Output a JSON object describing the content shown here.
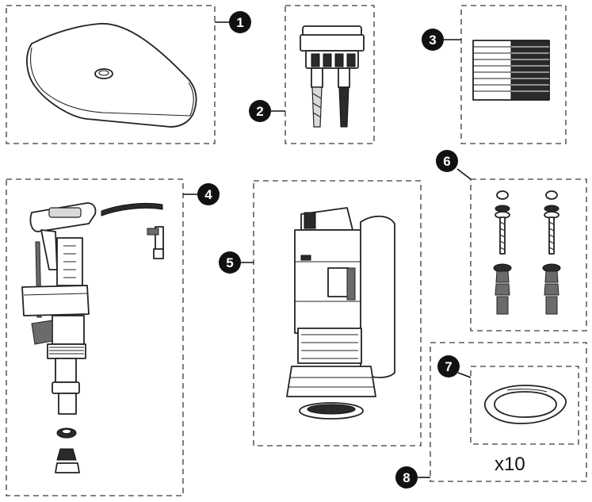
{
  "badges": [
    {
      "id": "1",
      "label": "1"
    },
    {
      "id": "2",
      "label": "2"
    },
    {
      "id": "3",
      "label": "3"
    },
    {
      "id": "4",
      "label": "4"
    },
    {
      "id": "5",
      "label": "5"
    },
    {
      "id": "6",
      "label": "6"
    },
    {
      "id": "7",
      "label": "7"
    },
    {
      "id": "8",
      "label": "8"
    }
  ],
  "quantity_label": "x10",
  "colors": {
    "ink": "#111111",
    "panel_fill": "#ffffff",
    "dash": "#3a3a3a"
  }
}
